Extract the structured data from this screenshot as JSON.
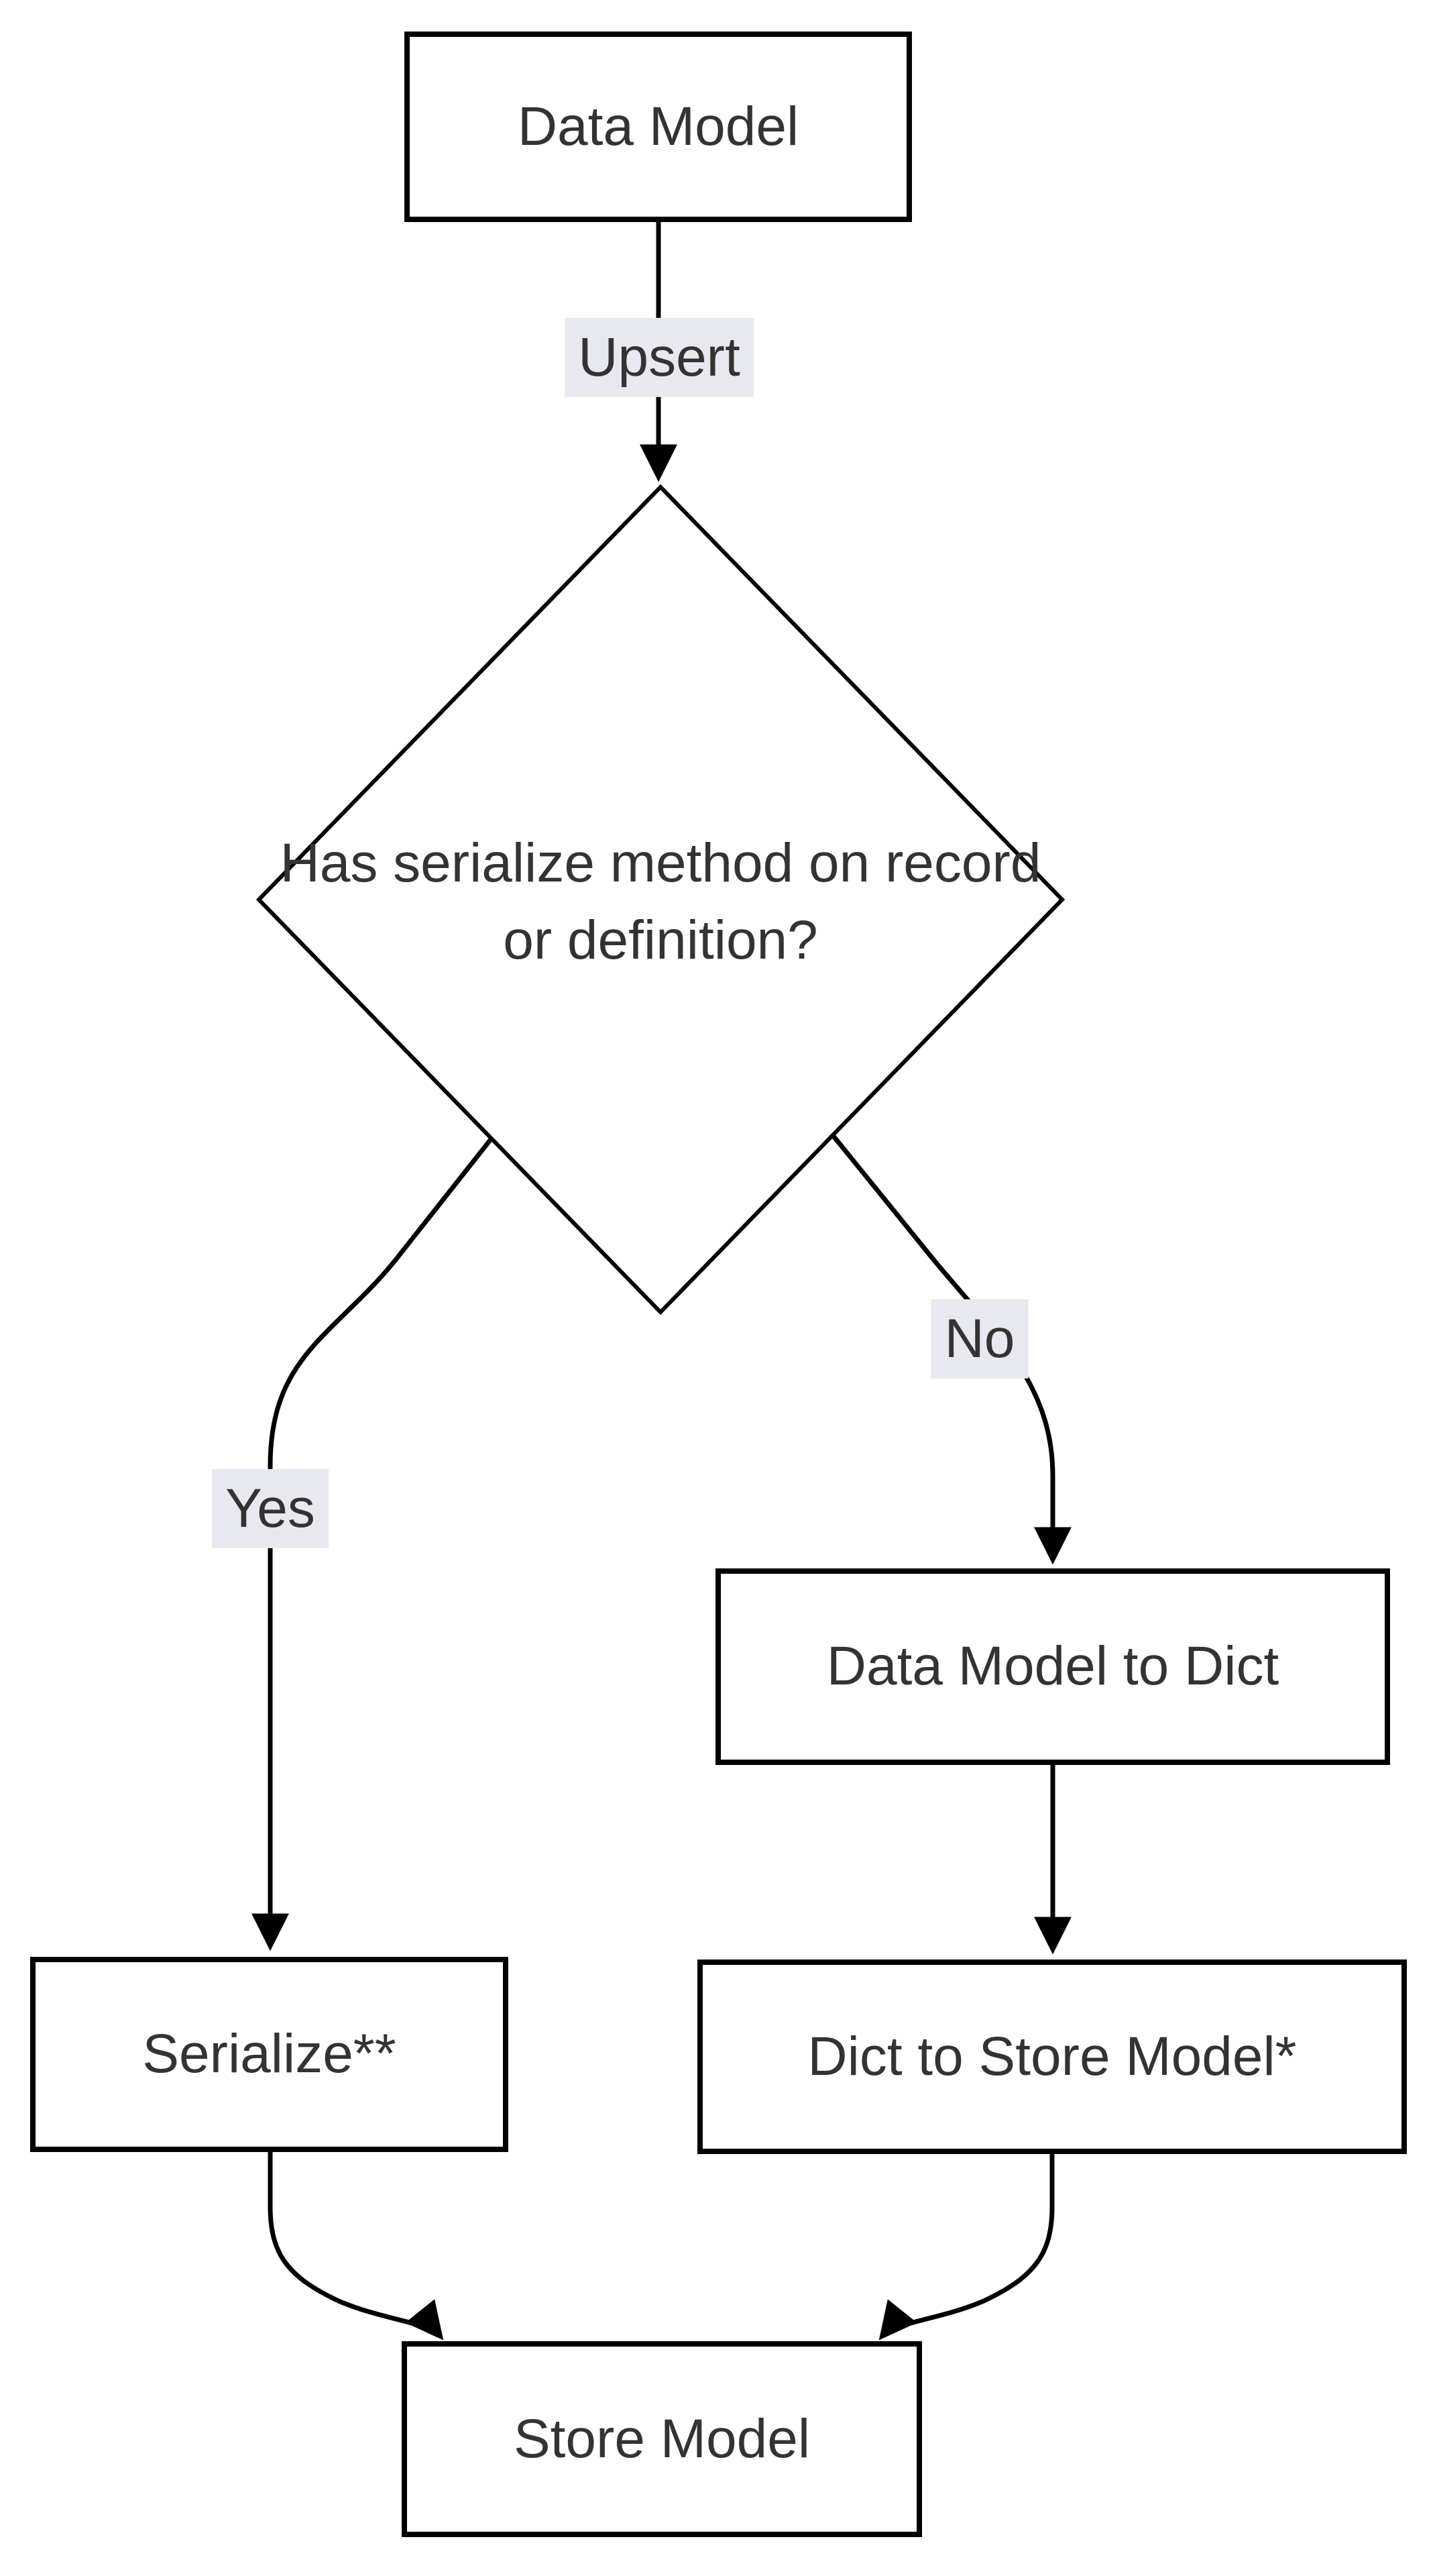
{
  "diagram": {
    "type": "flowchart",
    "direction": "top-down",
    "colors": {
      "background": "#ffffff",
      "node_fill": "#ffffff",
      "node_border": "#000000",
      "text": "#333333",
      "edge": "#000000",
      "edge_label_background": "#e8e8f0"
    }
  },
  "nodes": {
    "data_model": {
      "label": "Data Model",
      "shape": "rect"
    },
    "decision": {
      "label": "Has serialize method on record or definition?",
      "shape": "diamond"
    },
    "data_model_to_dict": {
      "label": "Data Model to Dict",
      "shape": "rect"
    },
    "serialize": {
      "label": "Serialize**",
      "shape": "rect"
    },
    "dict_to_store_model": {
      "label": "Dict to Store Model*",
      "shape": "rect"
    },
    "store_model": {
      "label": "Store Model",
      "shape": "rect"
    }
  },
  "edges": [
    {
      "from": "data_model",
      "to": "decision",
      "label": "Upsert"
    },
    {
      "from": "decision",
      "to": "serialize",
      "label": "Yes"
    },
    {
      "from": "decision",
      "to": "data_model_to_dict",
      "label": "No"
    },
    {
      "from": "data_model_to_dict",
      "to": "dict_to_store_model",
      "label": ""
    },
    {
      "from": "serialize",
      "to": "store_model",
      "label": ""
    },
    {
      "from": "dict_to_store_model",
      "to": "store_model",
      "label": ""
    }
  ]
}
